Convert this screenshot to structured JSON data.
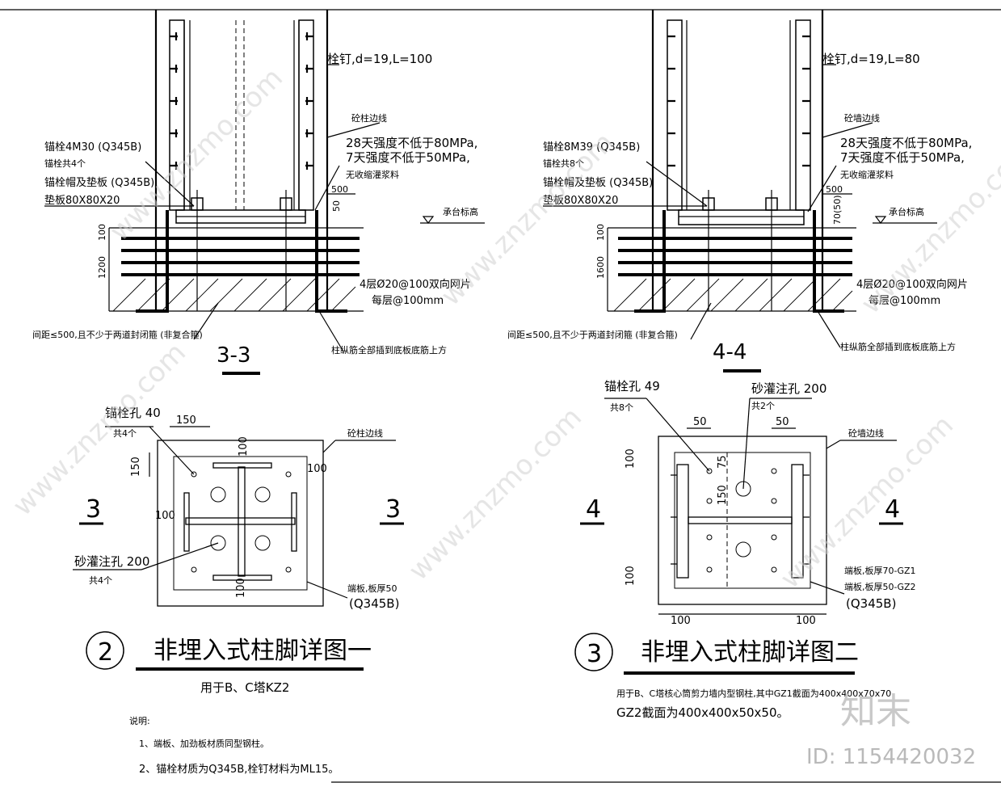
{
  "detail_33": {
    "stud_note": "栓钉,d=19,L=100",
    "edge_line": "砼柱边线",
    "anchor_bolt": "锚栓4M30 (Q345B)",
    "anchor_count": "锚栓共4个",
    "washer_note": "锚栓帽及垫板 (Q345B)",
    "washer_size": "垫板80X80X20",
    "grout_28": "28天强度不低于80MPa,",
    "grout_7": "7天强度不低于50MPa,",
    "grout_type": "无收缩灌浆料",
    "dim_500": "500",
    "dim_50": "50",
    "cap_level": "承台标高",
    "dim_100": "100",
    "dim_1200": "1200",
    "mesh_note": "4层Ø20@100双向网片",
    "mesh_spacing": "每层@100mm",
    "hoop_note": "间距≤500,且不少于两道封闭箍 (非复合箍)",
    "rebar_note": "柱纵筋全部插到底板底筋上方",
    "section_label": "3-3"
  },
  "detail_44": {
    "stud_note": "栓钉,d=19,L=80",
    "edge_line": "砼墙边线",
    "anchor_bolt": "锚栓8M39 (Q345B)",
    "anchor_count": "锚栓共8个",
    "washer_note": "锚栓帽及垫板 (Q345B)",
    "washer_size": "垫板80X80X20",
    "grout_28": "28天强度不低于80MPa,",
    "grout_7": "7天强度不低于50MPa,",
    "grout_type": "无收缩灌浆料",
    "dim_500": "500",
    "dim_7050": "70(50)",
    "cap_level": "承台标高",
    "dim_100": "100",
    "dim_1600": "1600",
    "mesh_note": "4层Ø20@100双向网片",
    "mesh_spacing": "每层@100mm",
    "hoop_note": "间距≤500,且不少于两道封闭箍 (非复合箍)",
    "rebar_note": "柱纵筋全部插到底板底筋上方",
    "section_label": "4-4"
  },
  "plan_1": {
    "hole_label": "锚栓孔 40",
    "hole_count": "共4个",
    "dim_150a": "150",
    "dim_150b": "150",
    "dim_100a": "100",
    "dim_100b": "100",
    "dim_100c": "100",
    "dim_100d": "100",
    "edge_line": "砼柱边线",
    "grout_hole": "砂灌注孔 200",
    "grout_count": "共4个",
    "plate": "端板,板厚50",
    "plate_mat": "(Q345B)",
    "cut_left": "3",
    "cut_right": "3",
    "detail_no": "2",
    "title": "非埋入式柱脚详图一",
    "usage": "用于B、C塔KZ2"
  },
  "plan_2": {
    "hole_label": "锚栓孔 49",
    "hole_count": "共8个",
    "grout_hole": "砂灌注孔 200",
    "grout_count": "共2个",
    "dim_50a": "50",
    "dim_50b": "50",
    "dim_100a": "100",
    "dim_100b": "100",
    "dim_100c": "100",
    "dim_100d": "100",
    "dim_75": "75",
    "dim_150": "150",
    "edge_line": "砼墙边线",
    "plate1": "端板,板厚70-GZ1",
    "plate2": "端板,板厚50-GZ2",
    "plate_mat": "(Q345B)",
    "cut_left": "4",
    "cut_right": "4",
    "detail_no": "3",
    "title": "非埋入式柱脚详图二",
    "usage1": "用于B、C塔核心筒剪力墙内型钢柱,其中GZ1截面为400x400x70x70",
    "usage2": "GZ2截面为400x400x50x50。"
  },
  "notes": {
    "heading": "说明:",
    "line1": "1、端板、加劲板材质同型钢柱。",
    "line2": "2、锚栓材质为Q345B,栓钉材料为ML15。"
  },
  "watermark": {
    "brand": "知末",
    "id": "ID: 1154420032",
    "site": "www.znzmo.com"
  }
}
